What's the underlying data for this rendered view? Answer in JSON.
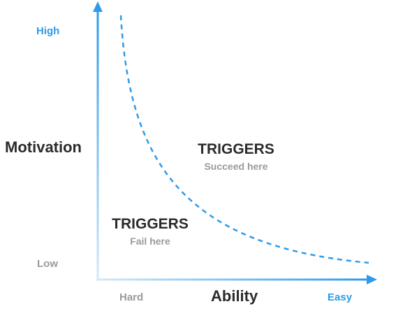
{
  "y_axis": {
    "title": "Motivation",
    "high_label": "High",
    "low_label": "Low",
    "color_high": "#2d9be8",
    "color_low": "#9a9a9a"
  },
  "x_axis": {
    "title": "Ability",
    "start_label": "Hard",
    "end_label": "Easy",
    "color_start": "#9a9a9a",
    "color_end": "#2d9be8"
  },
  "regions": {
    "above_curve": {
      "title": "TRIGGERS",
      "subtitle": "Succeed here"
    },
    "below_curve": {
      "title": "TRIGGERS",
      "subtitle": "Fail here"
    }
  },
  "curve": {
    "style": "dashed",
    "color": "#2d9be8"
  }
}
